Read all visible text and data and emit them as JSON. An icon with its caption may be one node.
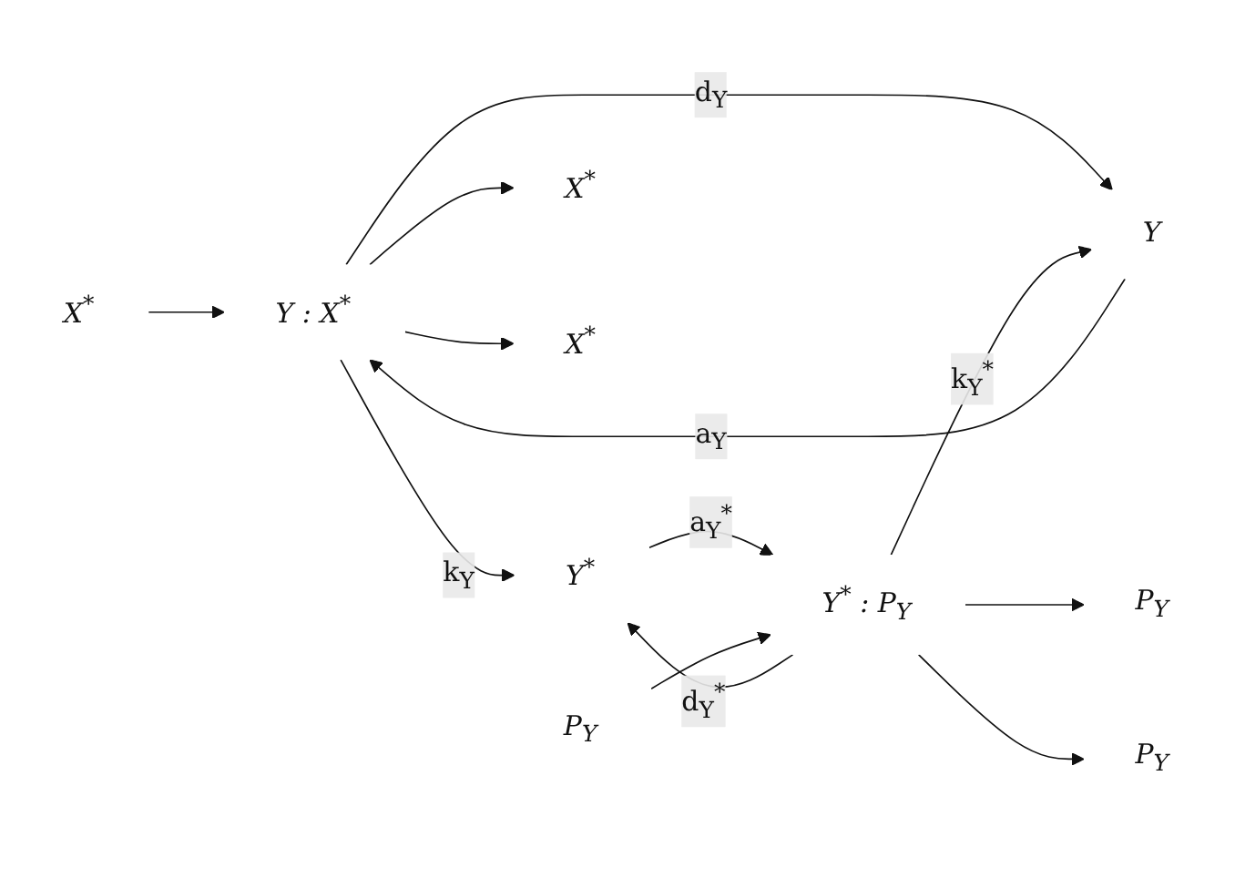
{
  "diagram": {
    "nodes": [
      {
        "text": [
          "Y : X$^{*}$"
        ]
      },
      {
        "text": [
          "Y"
        ]
      },
      {
        "text": [
          "Y$^{*}$"
        ]
      },
      {
        "text": [
          "Y$^{*}$ : P$_{Y}$"
        ]
      },
      {
        "text": [
          "X$^{*}$"
        ]
      },
      {
        "text": [
          "X$^{*}$"
        ]
      },
      {
        "text": [
          "X$^{*}$"
        ]
      },
      {
        "text": [
          "P$_{Y}$"
        ]
      },
      {
        "text": [
          "P$_{Y}$"
        ]
      },
      {
        "text": [
          "P$_{Y}$"
        ]
      }
    ],
    "edges": [
      {
        "from": 0,
        "to": 1,
        "arrow": "to",
        "label": "d$_{Y}$"
      },
      {
        "from": 1,
        "to": 0,
        "arrow": "to",
        "label": "a$_{Y}$"
      },
      {
        "from": 0,
        "to": 2,
        "arrow": "to",
        "label": "k$_{Y}$"
      },
      {
        "from": 2,
        "to": 3,
        "arrow": "to",
        "label": "a$_{Y}$$^{*}$"
      },
      {
        "from": 3,
        "to": 2,
        "arrow": "to",
        "label": "d$_{Y}$$^{*}$"
      },
      {
        "from": 3,
        "to": 1,
        "arrow": "to",
        "label": "k$_{Y}$$^{*}$"
      },
      {
        "from": 4,
        "to": 0,
        "arrow": "to"
      },
      {
        "from": 0,
        "to": 5,
        "arrow": "to"
      },
      {
        "from": 0,
        "to": 6,
        "arrow": "to"
      },
      {
        "from": 3,
        "to": 7,
        "arrow": "to"
      },
      {
        "from": 3,
        "to": 8,
        "arrow": "to"
      },
      {
        "from": 9,
        "to": 3,
        "arrow": "to"
      }
    ]
  }
}
